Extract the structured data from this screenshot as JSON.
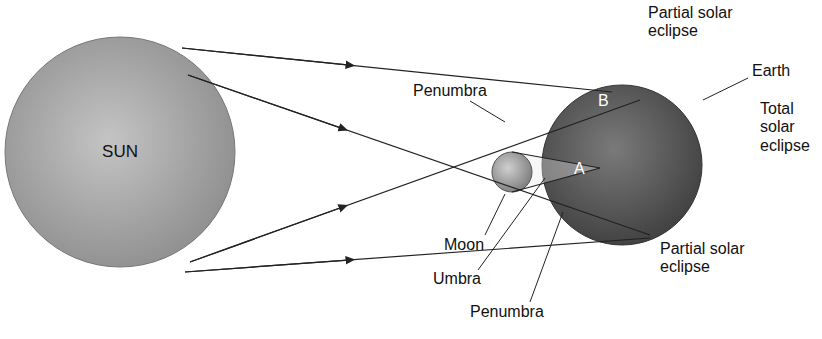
{
  "diagram": {
    "nodes": [
      {
        "text": [
          "SUN"
        ]
      }
    ],
    "labels": [
      "Partial solar eclipse",
      "B",
      "Penumbra",
      "Earth",
      "A",
      "Total solar eclipse",
      "Moon",
      "Umbra",
      "Partial solar eclipse",
      "Penumbra"
    ]
  }
}
